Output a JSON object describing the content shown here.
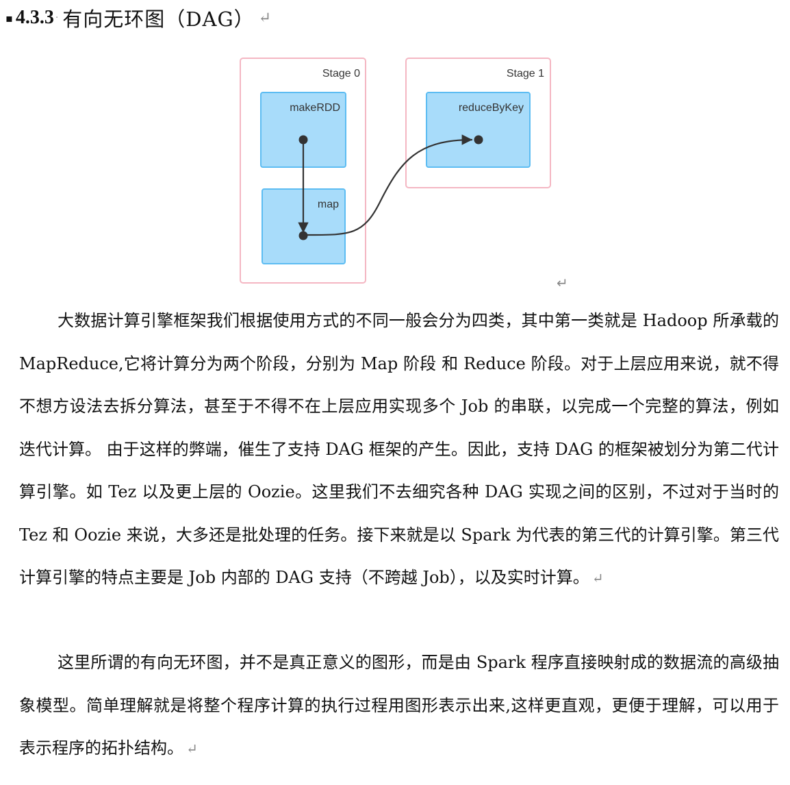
{
  "heading": {
    "number": "4.3.3",
    "title": "有向无环图（DAG）",
    "return_mark": "↵"
  },
  "diagram": {
    "stages": [
      {
        "label": "Stage 0",
        "operations": [
          "makeRDD",
          "map"
        ]
      },
      {
        "label": "Stage 1",
        "operations": [
          "reduceByKey"
        ]
      }
    ],
    "return_mark": "↵"
  },
  "paragraphs": [
    {
      "text": "大数据计算引擎框架我们根据使用方式的不同一般会分为四类，其中第一类就是 Hadoop 所承载的 MapReduce,它将计算分为两个阶段，分别为 Map 阶段 和 Reduce 阶段。对于上层应用来说，就不得不想方设法去拆分算法，甚至于不得不在上层应用实现多个 Job 的串联，以完成一个完整的算法，例如迭代计算。 由于这样的弊端，催生了支持 DAG 框架的产生。因此，支持 DAG 的框架被划分为第二代计算引擎。如 Tez 以及更上层的 Oozie。这里我们不去细究各种 DAG 实现之间的区别，不过对于当时的 Tez 和 Oozie 来说，大多还是批处理的任务。接下来就是以 Spark 为代表的第三代的计算引擎。第三代计算引擎的特点主要是 Job 内部的 DAG 支持（不跨越 Job），以及实时计算。",
      "return_mark": "↵"
    },
    {
      "text": "这里所谓的有向无环图，并不是真正意义的图形，而是由 Spark 程序直接映射成的数据流的高级抽象模型。简单理解就是将整个程序计算的执行过程用图形表示出来,这样更直观，更便于理解，可以用于表示程序的拓扑结构。",
      "return_mark": "↵"
    }
  ]
}
